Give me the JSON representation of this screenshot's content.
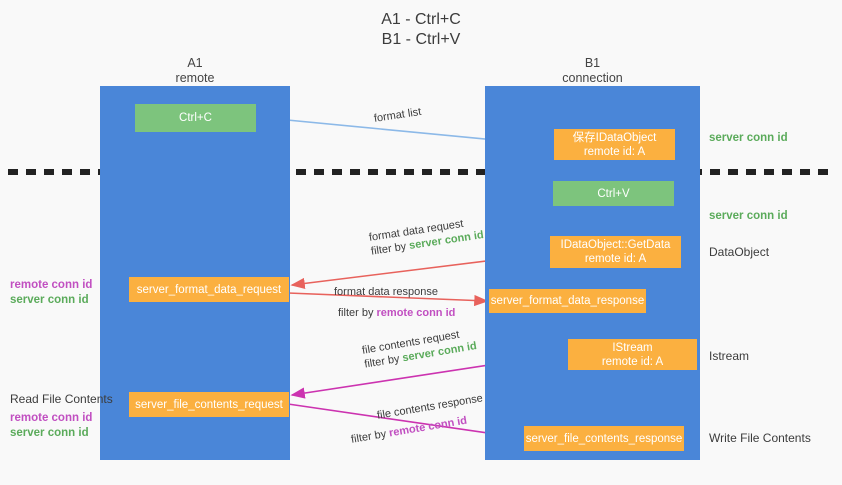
{
  "diagram": {
    "title_line1": "A1 - Ctrl+C",
    "title_line2": "B1 - Ctrl+V",
    "colors": {
      "lane": "#4a86d8",
      "green_node": "#7dc47d",
      "orange_node": "#fbb040",
      "remote_conn": "#c14fc1",
      "server_conn": "#5bab5b",
      "arrow_blue": "#8cb9e8",
      "arrow_red": "#e8625c",
      "arrow_magenta": "#cc33b0",
      "arrow_black": "#000000",
      "background": "#f9f9f9"
    },
    "lanes": [
      {
        "id": "a1",
        "name": "A1",
        "sub": "remote"
      },
      {
        "id": "b1",
        "name": "B1",
        "sub": "connection"
      }
    ],
    "nodes": [
      {
        "id": "ctrl-c",
        "line1": "Ctrl+C",
        "line2": "",
        "style": "green"
      },
      {
        "id": "save-idataobject",
        "line1": "保存IDataObject",
        "line2": "remote id: A",
        "style": "orange"
      },
      {
        "id": "ctrl-v",
        "line1": "Ctrl+V",
        "line2": "",
        "style": "green"
      },
      {
        "id": "idataobject-getdata",
        "line1": "IDataObject::GetData",
        "line2": "remote id: A",
        "style": "orange"
      },
      {
        "id": "server-format-data-request",
        "line1": "server_format_data_request",
        "line2": "",
        "style": "orange"
      },
      {
        "id": "server-format-data-response",
        "line1": "server_format_data_response",
        "line2": "",
        "style": "orange"
      },
      {
        "id": "istream",
        "line1": "IStream",
        "line2": "remote id: A",
        "style": "orange"
      },
      {
        "id": "server-file-contents-request",
        "line1": "server_file_contents_request",
        "line2": "",
        "style": "orange"
      },
      {
        "id": "server-file-contents-response",
        "line1": "server_file_contents_response",
        "line2": "",
        "style": "orange"
      }
    ],
    "edge_labels": {
      "format_list": "format list",
      "format_data_request": "format data request",
      "format_data_response": "format data response",
      "file_contents_request": "file contents request",
      "file_contents_response": "file contents response",
      "filter_by": "filter by ",
      "server_conn_id": "server conn id",
      "remote_conn_id": "remote conn id"
    },
    "right_labels": [
      {
        "id": "server-conn-id-top",
        "text": "server conn id",
        "kind": "server"
      },
      {
        "id": "server-conn-id-second",
        "text": "server conn id",
        "kind": "server"
      },
      {
        "id": "dataobject",
        "text": "DataObject",
        "kind": "plain"
      },
      {
        "id": "istream-label",
        "text": "Istream",
        "kind": "plain"
      },
      {
        "id": "write-file-contents",
        "text": "Write File Contents",
        "kind": "plain"
      }
    ],
    "left_labels": [
      {
        "id": "left-remote-conn-1",
        "text": "remote conn id",
        "kind": "remote"
      },
      {
        "id": "left-server-conn-1",
        "text": "server conn id",
        "kind": "server"
      },
      {
        "id": "read-file-contents",
        "text": "Read File Contents",
        "kind": "plain"
      },
      {
        "id": "left-remote-conn-2",
        "text": "remote conn id",
        "kind": "remote"
      },
      {
        "id": "left-server-conn-2",
        "text": "server conn id",
        "kind": "server"
      }
    ]
  }
}
